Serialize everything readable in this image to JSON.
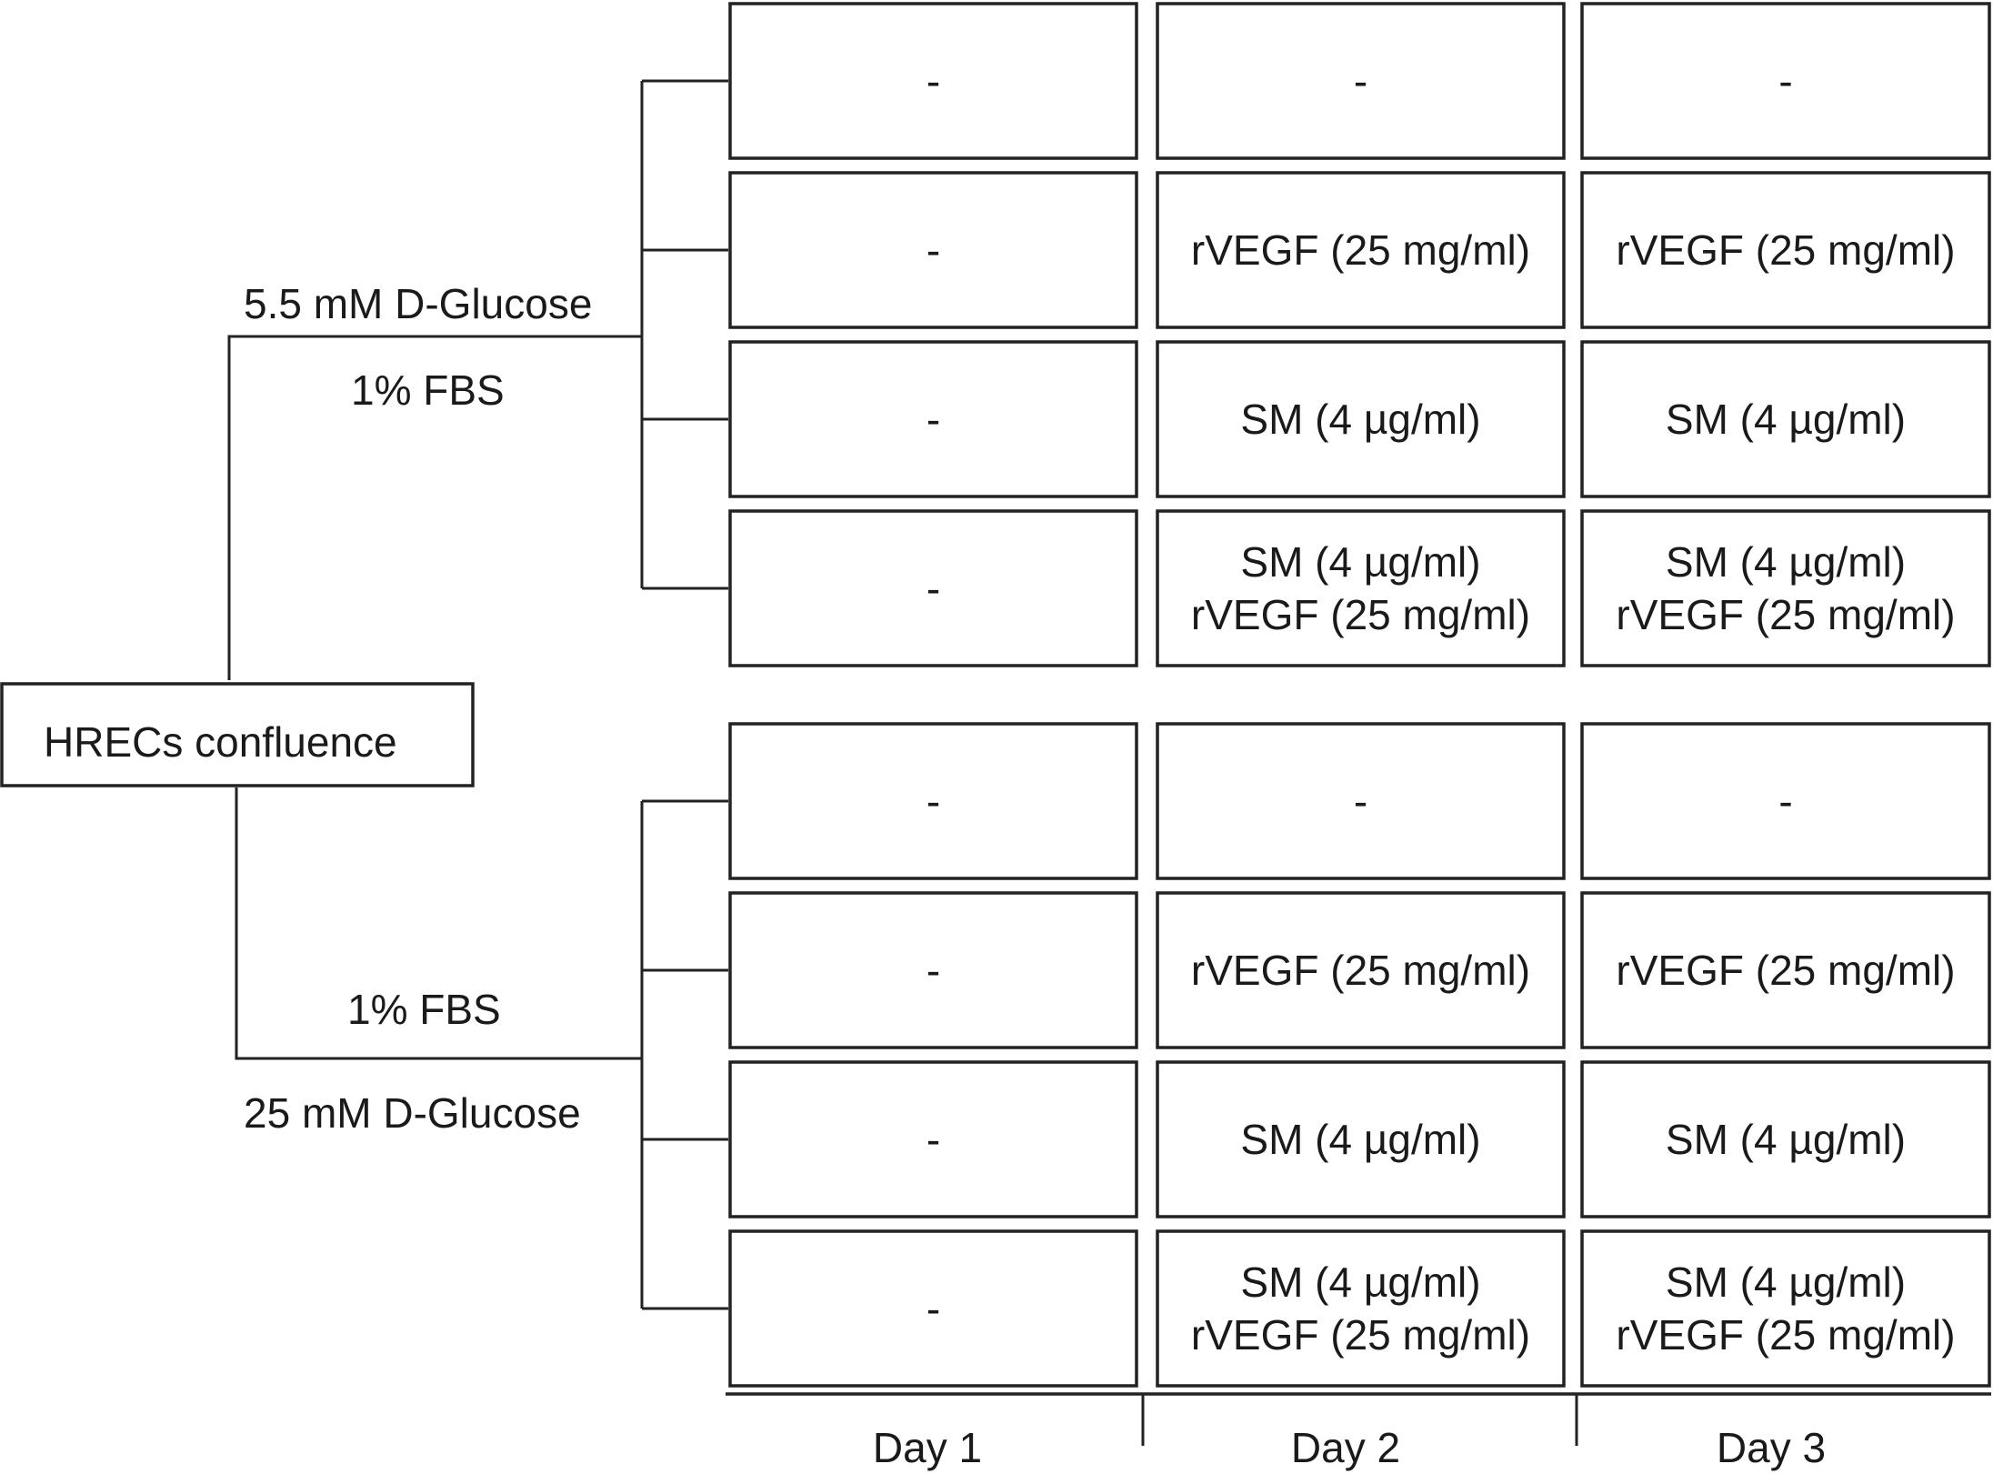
{
  "root": {
    "label": "HRECs confluence"
  },
  "groups": [
    {
      "labels": [
        "5.5 mM D-Glucose",
        "1% FBS"
      ],
      "rows": [
        [
          "-",
          "-",
          "-"
        ],
        [
          "-",
          "rVEGF (25 mg/ml)",
          "rVEGF (25 mg/ml)"
        ],
        [
          "-",
          "SM (4 µg/ml)",
          "SM (4 µg/ml)"
        ],
        [
          "-",
          "SM (4 µg/ml)\nrVEGF (25 mg/ml)",
          "SM (4 µg/ml)\nrVEGF (25 mg/ml)"
        ]
      ]
    },
    {
      "labels": [
        "1% FBS",
        "25 mM D-Glucose"
      ],
      "rows": [
        [
          "-",
          "-",
          "-"
        ],
        [
          "-",
          "rVEGF (25 mg/ml)",
          "rVEGF (25 mg/ml)"
        ],
        [
          "-",
          "SM (4 µg/ml)",
          "SM (4 µg/ml)"
        ],
        [
          "-",
          "SM (4 µg/ml)\nrVEGF (25 mg/ml)",
          "SM (4 µg/ml)\nrVEGF (25 mg/ml)"
        ]
      ]
    }
  ],
  "days": [
    "Day 1",
    "Day 2",
    "Day 3"
  ]
}
